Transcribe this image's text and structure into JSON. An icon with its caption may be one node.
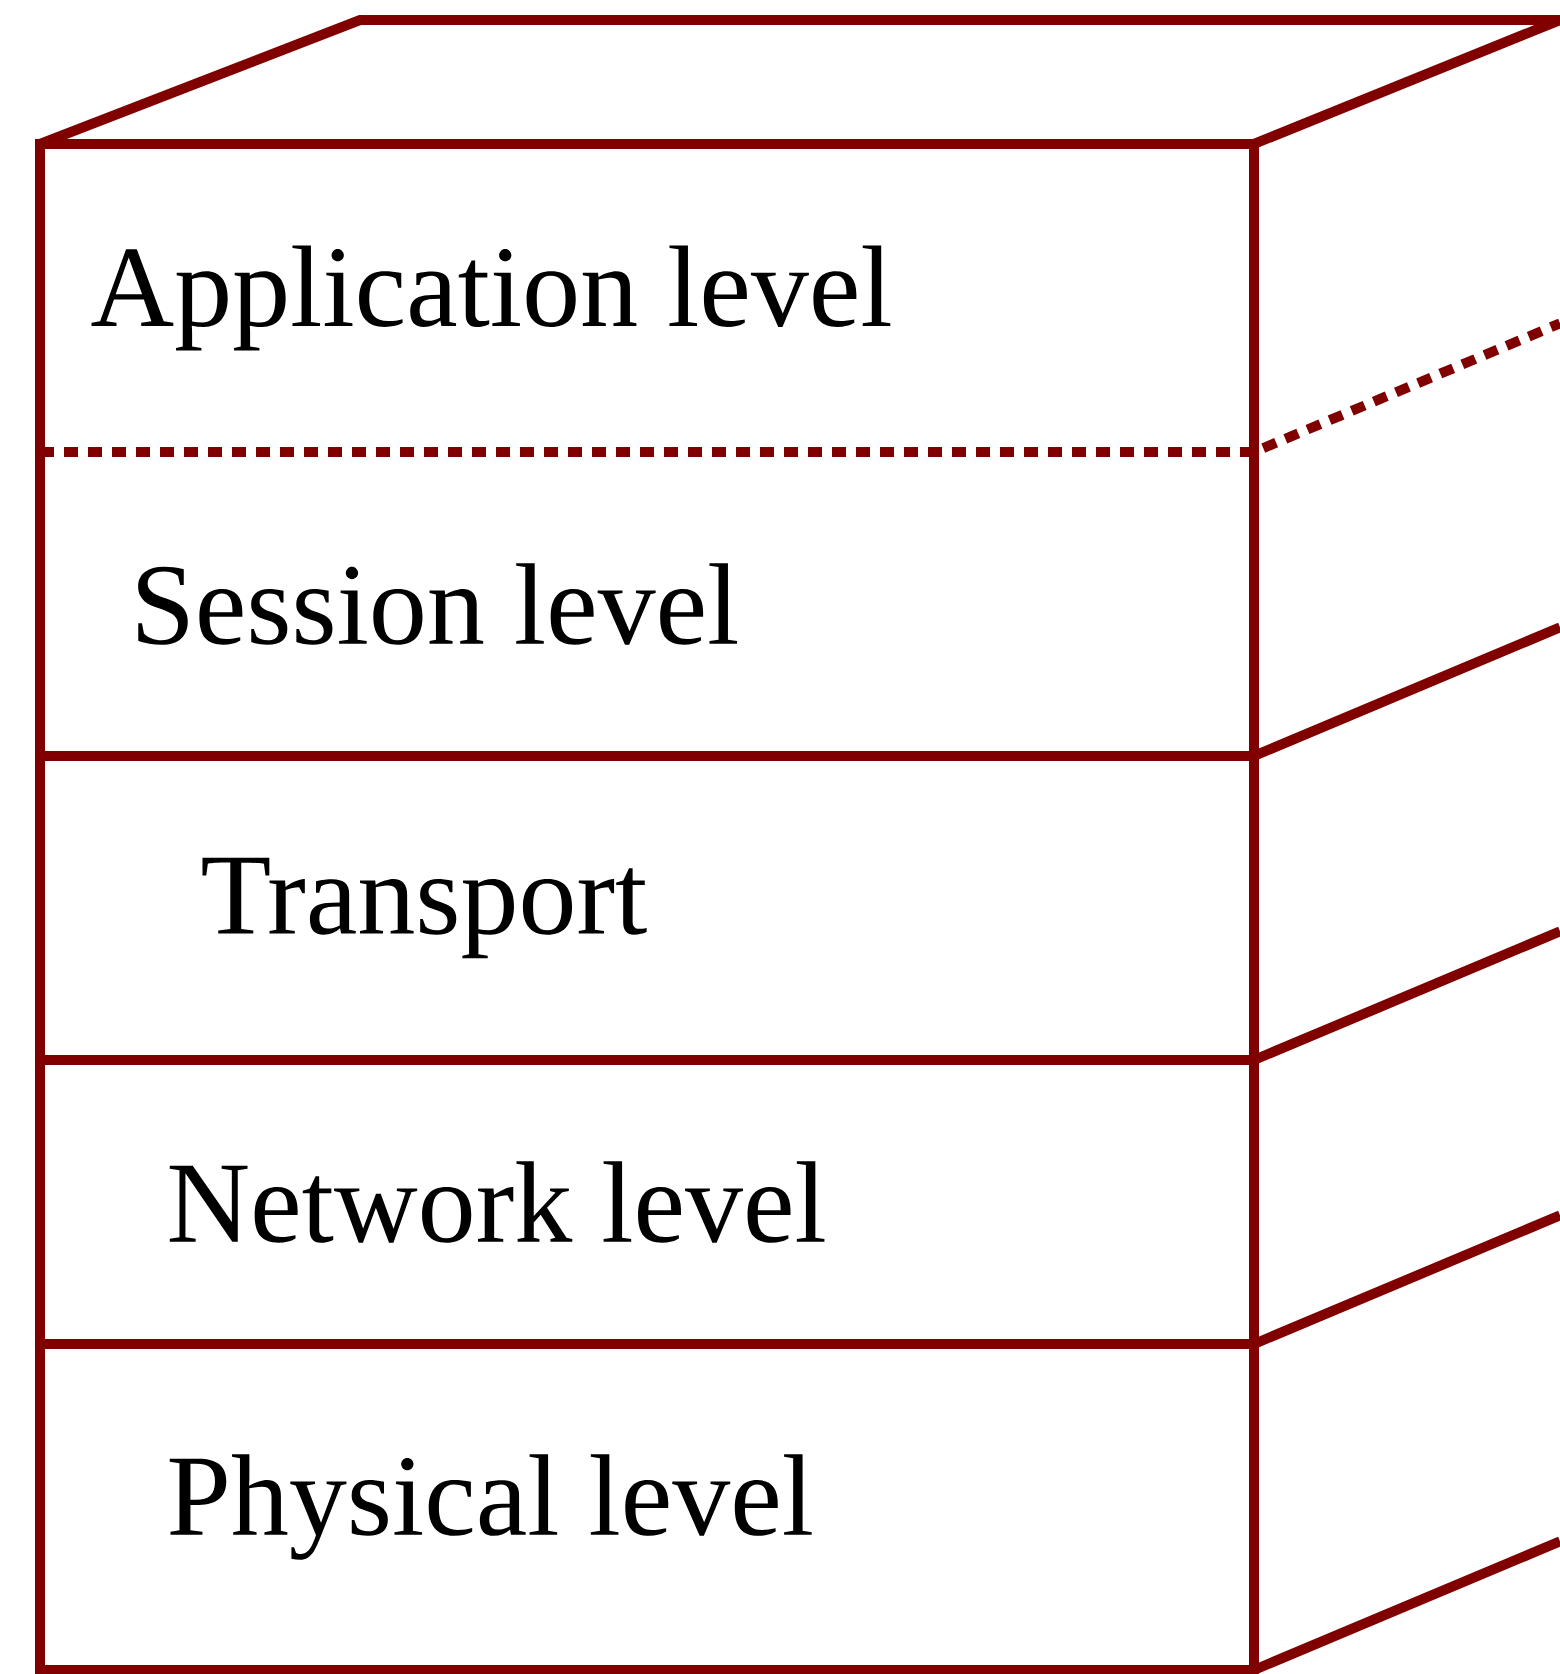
{
  "diagram": {
    "nodes": [
      {
        "text": [
          "Application level"
        ]
      },
      {
        "text": [
          "Session level"
        ]
      },
      {
        "text": [
          "Transport"
        ]
      },
      {
        "text": [
          "Network level"
        ]
      },
      {
        "text": [
          "Physical level"
        ]
      }
    ]
  }
}
